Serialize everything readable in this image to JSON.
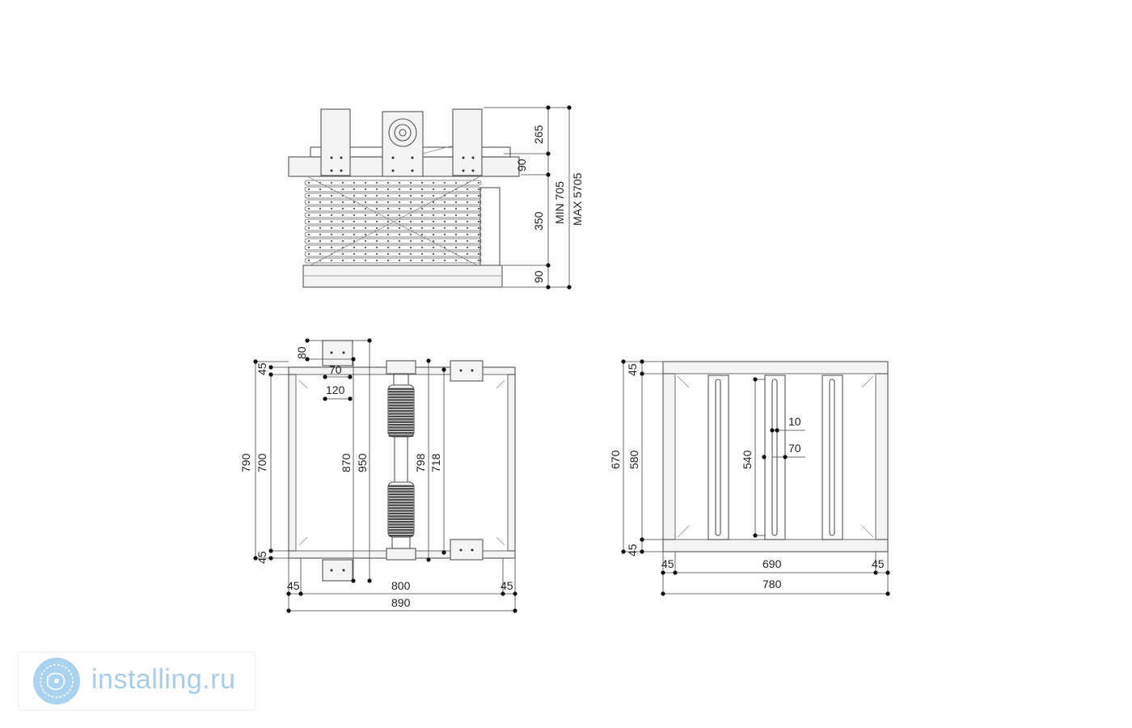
{
  "dimensions": {
    "elevation": {
      "d265": "265",
      "d90_top": "90",
      "d350": "350",
      "d90_bottom": "90",
      "min": "MIN  705",
      "max": "MAX 5705"
    },
    "plan_left": {
      "d80": "80",
      "d70": "70",
      "d120": "120",
      "d45_top": "45",
      "d45_bottom": "45",
      "d790": "790",
      "d700": "700",
      "d870": "870",
      "d950": "950",
      "d798": "798",
      "d718": "718",
      "d45_left": "45",
      "d800": "800",
      "d45_right": "45",
      "d890": "890"
    },
    "plan_right": {
      "d45_top": "45",
      "d670": "670",
      "d580": "580",
      "d45_bottom": "45",
      "d540": "540",
      "d10": "10",
      "d70": "70",
      "d45_left": "45",
      "d690": "690",
      "d45_right": "45",
      "d780": "780"
    }
  },
  "watermark": {
    "text": "installing.ru",
    "icon": "globe-logo-icon",
    "color": "#a9cde6"
  }
}
